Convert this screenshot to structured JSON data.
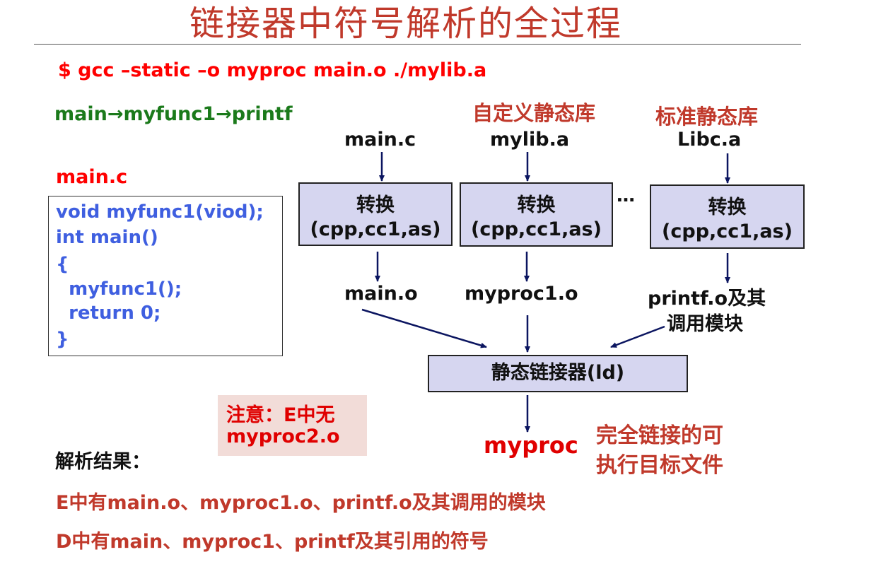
{
  "title": "链接器中符号解析的全过程",
  "command": "$ gcc –static –o myproc main.o ./mylib.a",
  "call_chain": "main→myfunc1→printf",
  "source_label": "main.c",
  "code_lines": [
    "void myfunc1(viod);",
    "int main()",
    "{",
    "  myfunc1();",
    "  return 0;",
    "}"
  ],
  "headers": {
    "custom_lib": "自定义静态库",
    "std_lib": "标准静态库"
  },
  "sources": [
    "main.c",
    "mylib.a",
    "Libc.a"
  ],
  "convert_box": {
    "line1": "转换",
    "line2": "(cpp,cc1,as)"
  },
  "ellipsis": "…",
  "objects": {
    "main": "main.o",
    "myproc1": "myproc1.o",
    "printf_line1": "printf.o及其",
    "printf_line2": "调用模块"
  },
  "linker": "静态链接器(ld)",
  "note": {
    "line1": "注意：E中无",
    "line2": "myproc2.o"
  },
  "output": "myproc",
  "output_desc": {
    "line1": "完全链接的可",
    "line2": "执行目标文件"
  },
  "result": {
    "title": "解析结果：",
    "line_e": "E中有main.o、myproc1.o、printf.o及其调用的模块",
    "line_d": "D中有main、myproc1、printf及其引用的符号"
  },
  "colors": {
    "title": "#c0392b",
    "command": "#ff0000",
    "chain": "#1b7a1b",
    "code": "#3f5fe0",
    "box_fill": "#d6d6f0",
    "arrow": "#0b1560",
    "note_bg": "#f2dcd8"
  }
}
